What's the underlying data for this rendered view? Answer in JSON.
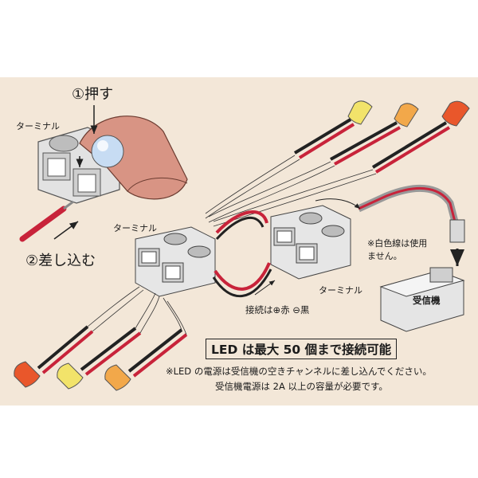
{
  "labels": {
    "push": "①押す",
    "insert": "②差し込む",
    "terminal_top_left": "ターミナル",
    "terminal_middle": "ターミナル",
    "terminal_right": "ターミナル",
    "white_wire_note": "※白色線は使用\nません。",
    "connection": "接続は⊕赤 ⊖黒",
    "receiver": "受信機",
    "capacity": "LED は最大 50 個まで接続可能",
    "note1": "※LED の電源は受信機の空きチャンネルに差し込んでください。",
    "note2": "受信機電源は 2A 以上の容量が必要です。"
  },
  "colors": {
    "panel_bg": "#f3e7d8",
    "led_yellow": "#f2e36a",
    "led_orange": "#f2a84a",
    "led_red": "#e9572b",
    "wire_red": "#c8233a",
    "wire_black": "#222222",
    "terminal": "#e6e6e6",
    "finger": "#d89484",
    "led_button": "#bcd4ee"
  }
}
